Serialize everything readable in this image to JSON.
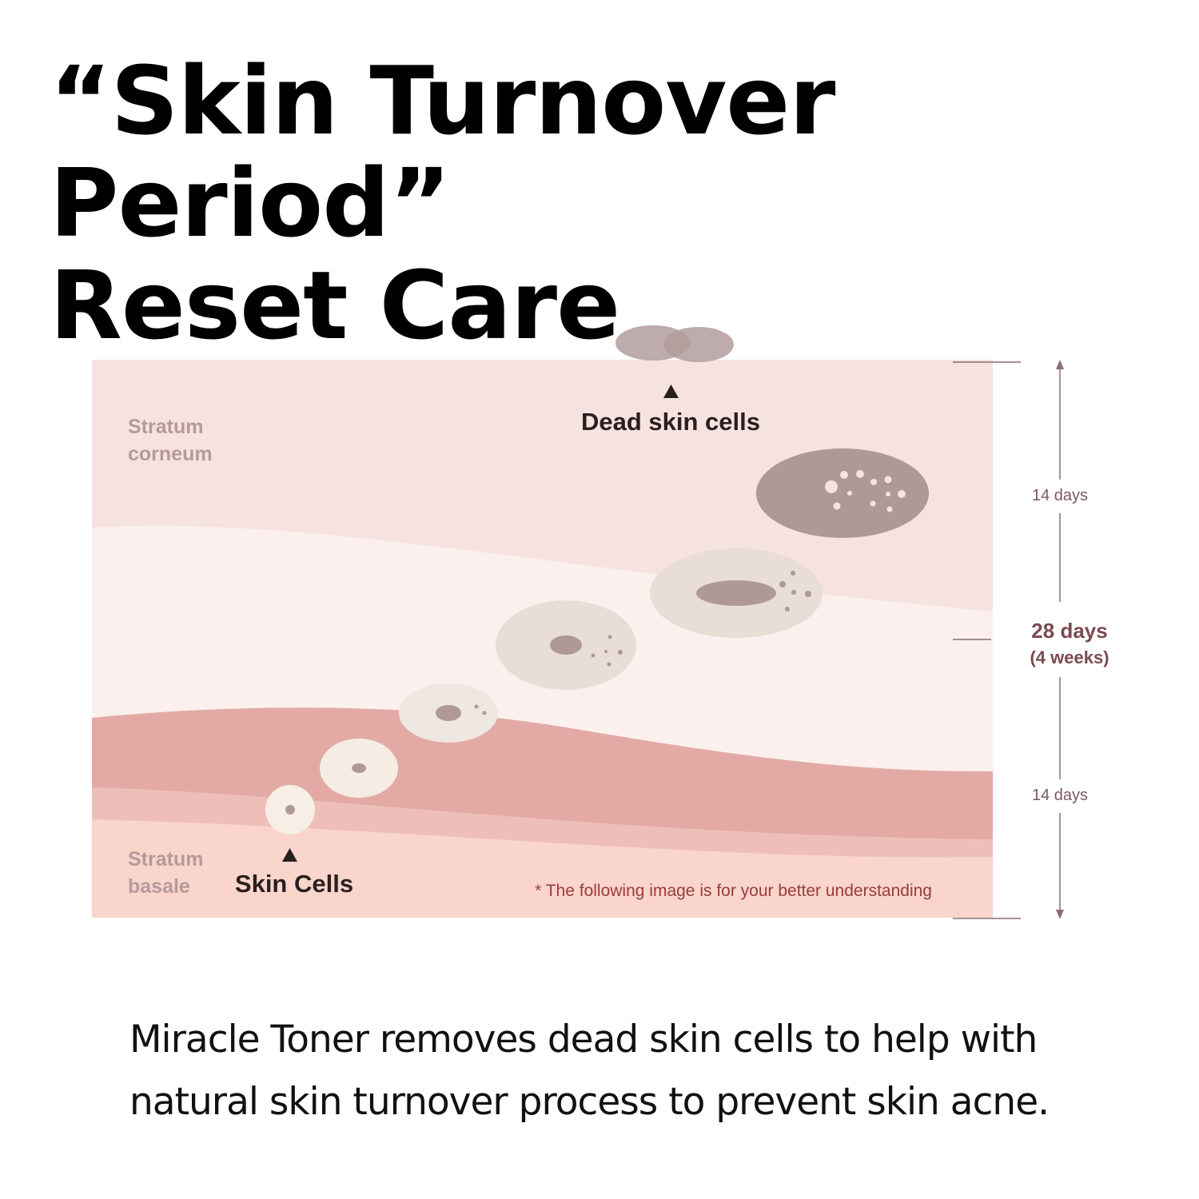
{
  "title": {
    "line1": "“Skin Turnover Period”",
    "line2": "Reset Care"
  },
  "diagram": {
    "layer_top": "Stratum",
    "layer_top_2": "corneum",
    "layer_bottom": "Stratum",
    "layer_bottom_2": "basale",
    "dead_cells_label": "Dead skin cells",
    "skin_cells_label": "Skin Cells",
    "note": "* The following image is for your better understanding",
    "scale": {
      "upper": "14 days",
      "total": "28 days",
      "total_sub": "(4 weeks)",
      "lower": "14 days"
    },
    "colors": {
      "top": "#f6e3e0",
      "light": "#fbf0ed",
      "dark": "#e3aaa5",
      "mid": "#eebfb8",
      "bottom": "#f9d5cc",
      "cell": "#ede4da",
      "nucleus": "#ae9898"
    }
  },
  "caption": {
    "line1": "Miracle Toner removes dead skin cells to help with",
    "line2": "natural skin turnover process to prevent skin acne."
  }
}
